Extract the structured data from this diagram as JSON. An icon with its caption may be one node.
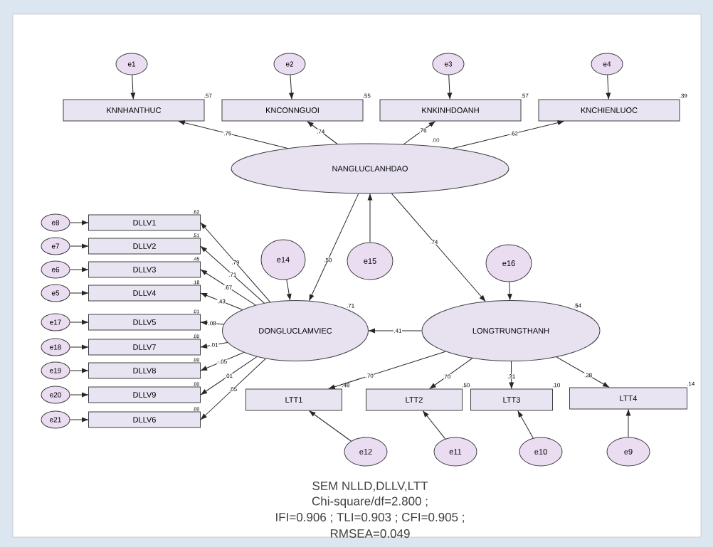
{
  "diagram": {
    "nodes": [
      {
        "text": [
          "e1"
        ]
      },
      {
        "text": [
          "e2"
        ]
      },
      {
        "text": [
          "e3"
        ]
      },
      {
        "text": [
          "e4"
        ]
      },
      {
        "text": [
          "KNNHANTHUC"
        ],
        "beside": [
          ".57"
        ]
      },
      {
        "text": [
          "KNCONNGUOI"
        ],
        "beside": [
          ".55"
        ]
      },
      {
        "text": [
          "KNKINHDOANH"
        ],
        "beside": [
          ".57"
        ]
      },
      {
        "text": [
          "KNCHIENLUOC"
        ],
        "beside": [
          ".39"
        ]
      },
      {
        "text": [
          "NANGLUCLANHDAO"
        ]
      },
      {
        "text": [
          "DLLV1"
        ],
        "beside": [
          ".62"
        ]
      },
      {
        "text": [
          "DLLV2"
        ],
        "beside": [
          ".51"
        ]
      },
      {
        "text": [
          "DLLV3"
        ],
        "beside": [
          ".45"
        ]
      },
      {
        "text": [
          "DLLV4"
        ],
        "beside": [
          ".18"
        ]
      },
      {
        "text": [
          "DLLV5"
        ],
        "beside": [
          ".01"
        ]
      },
      {
        "text": [
          "DLLV7"
        ],
        "beside": [
          ".00"
        ]
      },
      {
        "text": [
          "DLLV8"
        ],
        "beside": [
          ".00"
        ]
      },
      {
        "text": [
          "DLLV9"
        ],
        "beside": [
          ".00"
        ]
      },
      {
        "text": [
          "DLLV6"
        ],
        "beside": [
          ".00"
        ]
      },
      {
        "text": [
          "e8"
        ]
      },
      {
        "text": [
          "e7"
        ]
      },
      {
        "text": [
          "e6"
        ]
      },
      {
        "text": [
          "e5"
        ]
      },
      {
        "text": [
          "e17"
        ]
      },
      {
        "text": [
          "e18"
        ]
      },
      {
        "text": [
          "e19"
        ]
      },
      {
        "text": [
          "e20"
        ]
      },
      {
        "text": [
          "e21"
        ]
      },
      {
        "text": [
          "e14"
        ]
      },
      {
        "text": [
          "e15"
        ]
      },
      {
        "text": [
          "e16"
        ]
      },
      {
        "text": [
          "DONGLUCLAMVIEC"
        ],
        "beside": [
          ".71"
        ]
      },
      {
        "text": [
          "LONGTRUNGTHANH"
        ],
        "beside": [
          ".54"
        ]
      },
      {
        "text": [
          "LTT1"
        ],
        "beside": [
          ".48"
        ]
      },
      {
        "text": [
          "LTT2"
        ],
        "beside": [
          ".50"
        ]
      },
      {
        "text": [
          "LTT3"
        ],
        "beside": [
          ".10"
        ]
      },
      {
        "text": [
          "LTT4"
        ],
        "beside": [
          ".14"
        ]
      },
      {
        "text": [
          "e12"
        ]
      },
      {
        "text": [
          "e11"
        ]
      },
      {
        "text": [
          "e10"
        ]
      },
      {
        "text": [
          "e9"
        ]
      }
    ],
    "edges": [
      {
        "from": 0,
        "to": 4,
        "arrow": "to"
      },
      {
        "from": 1,
        "to": 5,
        "arrow": "to"
      },
      {
        "from": 2,
        "to": 6,
        "arrow": "to"
      },
      {
        "from": 3,
        "to": 7,
        "arrow": "to"
      },
      {
        "from": 8,
        "to": 4,
        "arrow": "to",
        "label": ".75"
      },
      {
        "from": 8,
        "to": 5,
        "arrow": "to",
        "label": ".74"
      },
      {
        "from": 8,
        "to": 6,
        "arrow": "to",
        "label": ".76"
      },
      {
        "from": 8,
        "to": 7,
        "arrow": "to",
        "label": ".62"
      },
      {
        "from": 18,
        "to": 9,
        "arrow": "to"
      },
      {
        "from": 19,
        "to": 10,
        "arrow": "to"
      },
      {
        "from": 20,
        "to": 11,
        "arrow": "to"
      },
      {
        "from": 21,
        "to": 12,
        "arrow": "to"
      },
      {
        "from": 22,
        "to": 13,
        "arrow": "to"
      },
      {
        "from": 23,
        "to": 14,
        "arrow": "to"
      },
      {
        "from": 24,
        "to": 15,
        "arrow": "to"
      },
      {
        "from": 25,
        "to": 16,
        "arrow": "to"
      },
      {
        "from": 26,
        "to": 17,
        "arrow": "to"
      },
      {
        "from": 30,
        "to": 9,
        "arrow": "to",
        "label": ".79"
      },
      {
        "from": 30,
        "to": 10,
        "arrow": "to",
        "label": ".71"
      },
      {
        "from": 30,
        "to": 11,
        "arrow": "to",
        "label": ".67"
      },
      {
        "from": 30,
        "to": 12,
        "arrow": "to",
        "label": ".43"
      },
      {
        "from": 30,
        "to": 13,
        "arrow": "to",
        "label": ".08"
      },
      {
        "from": 30,
        "to": 14,
        "arrow": "to",
        "label": ".01"
      },
      {
        "from": 30,
        "to": 15,
        "arrow": "to",
        "label": "-.05"
      },
      {
        "from": 30,
        "to": 16,
        "arrow": "to",
        "label": ".01"
      },
      {
        "from": 30,
        "to": 17,
        "arrow": "to",
        "label": ".05"
      },
      {
        "from": 27,
        "to": 30,
        "arrow": "to"
      },
      {
        "from": 8,
        "to": 30,
        "arrow": "to",
        "label": ".50"
      },
      {
        "from": 28,
        "to": 8,
        "arrow": "to"
      },
      {
        "from": 8,
        "to": 31,
        "arrow": "to",
        "label": ".74"
      },
      {
        "from": 29,
        "to": 31,
        "arrow": "to"
      },
      {
        "from": 31,
        "to": 30,
        "arrow": "to",
        "label": ".41"
      },
      {
        "from": 31,
        "to": 32,
        "arrow": "to",
        "label": ".70"
      },
      {
        "from": 31,
        "to": 33,
        "arrow": "to",
        "label": ".70"
      },
      {
        "from": 31,
        "to": 34,
        "arrow": "to",
        "label": ".31"
      },
      {
        "from": 31,
        "to": 35,
        "arrow": "to",
        "label": ".38"
      },
      {
        "from": 36,
        "to": 32,
        "arrow": "to"
      },
      {
        "from": 37,
        "to": 33,
        "arrow": "to"
      },
      {
        "from": 38,
        "to": 34,
        "arrow": "to"
      },
      {
        "from": 39,
        "to": 35,
        "arrow": "to"
      }
    ],
    "labels": [
      ".00",
      "SEM NLLD,DLLV,LTT",
      "Chi-square/df=2.800 ;",
      "IFI=0.906 ; TLI=0.903 ; CFI=0.905 ;",
      "RMSEA=0.049"
    ]
  }
}
